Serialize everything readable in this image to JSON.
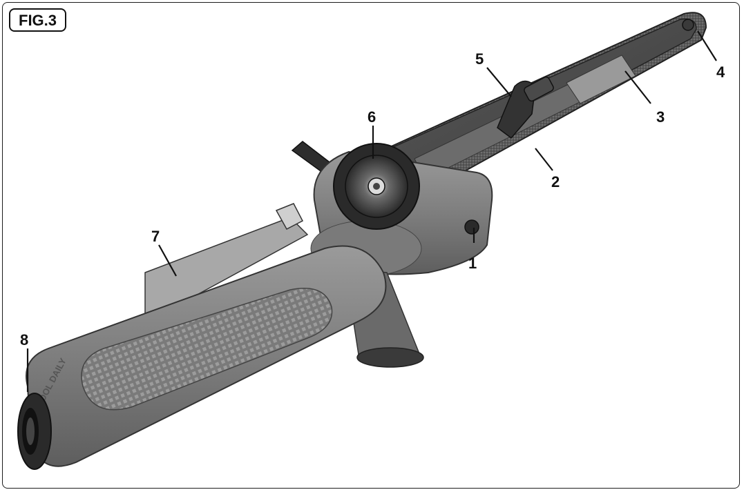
{
  "figure": {
    "label": "FIG.3"
  },
  "callouts": [
    {
      "id": "1",
      "text": "1"
    },
    {
      "id": "2",
      "text": "2"
    },
    {
      "id": "3",
      "text": "3"
    },
    {
      "id": "4",
      "text": "4"
    },
    {
      "id": "5",
      "text": "5"
    },
    {
      "id": "6",
      "text": "6"
    },
    {
      "id": "7",
      "text": "7"
    },
    {
      "id": "8",
      "text": "8"
    }
  ],
  "product_marking": "TOOL DAILY"
}
